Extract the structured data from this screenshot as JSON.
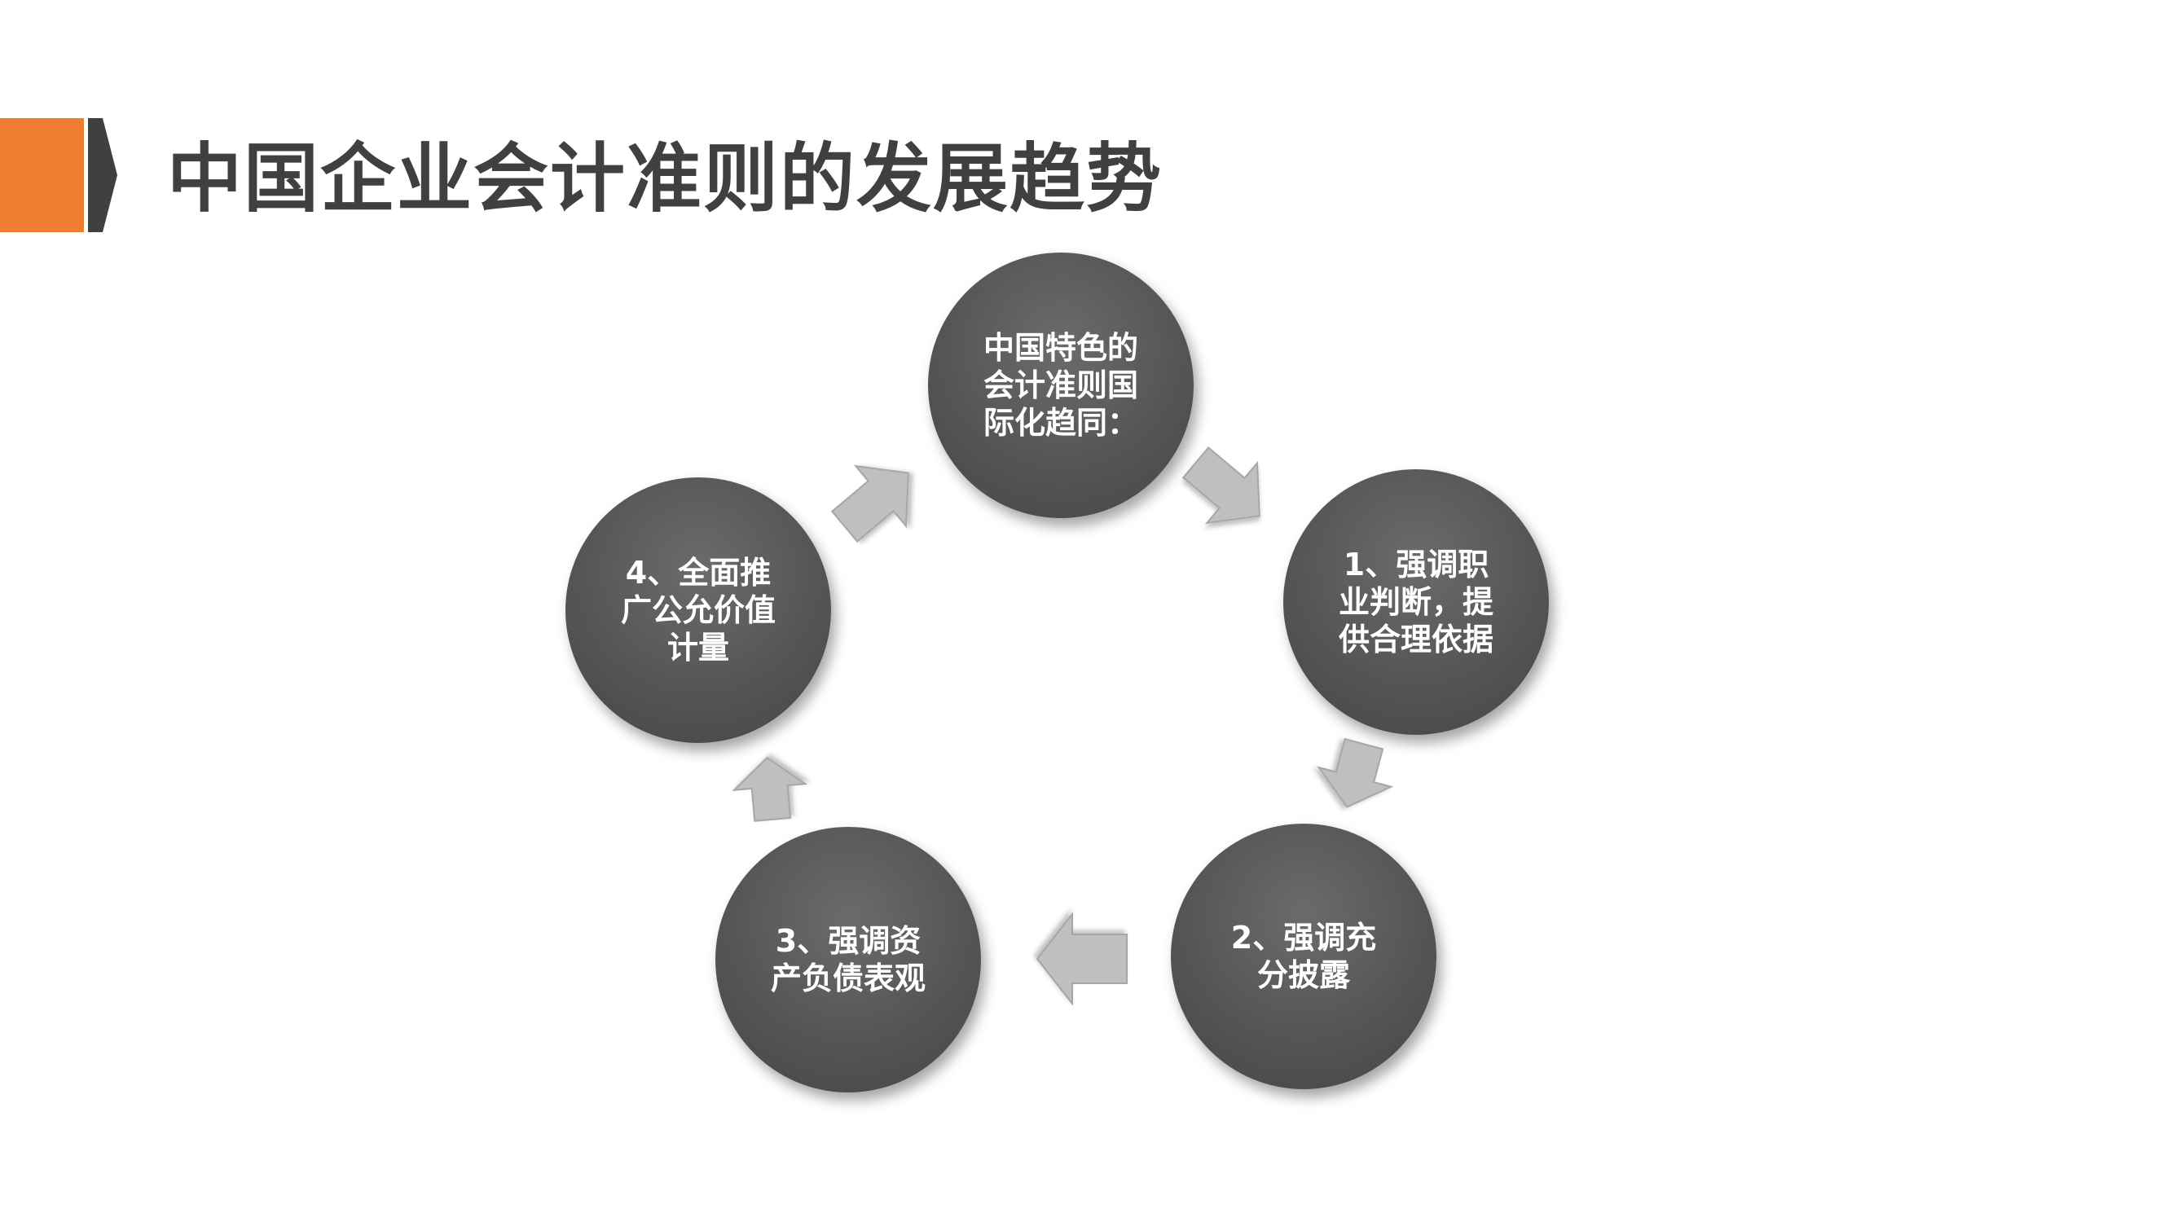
{
  "header": {
    "title": "中国企业会计准则的发展趋势"
  },
  "colors": {
    "accent": "#ED7D31",
    "chevron": "#404040",
    "node_fill": "#555555",
    "arrow_fill": "#BFBFBF",
    "arrow_stroke": "#A6A6A6"
  },
  "diagram": {
    "type": "cycle",
    "nodes": [
      {
        "id": "center",
        "label": "中国特色的\n会计准则国\n际化趋同："
      },
      {
        "id": "n1",
        "label": "1、强调职\n业判断，提\n供合理依据"
      },
      {
        "id": "n2",
        "label": "2、强调充\n分披露"
      },
      {
        "id": "n3",
        "label": "3、强调资\n产负债表观"
      },
      {
        "id": "n4",
        "label": "4、全面推\n广公允价值\n计量"
      }
    ],
    "edges": [
      {
        "from": "center",
        "to": "n1"
      },
      {
        "from": "n1",
        "to": "n2"
      },
      {
        "from": "n2",
        "to": "n3"
      },
      {
        "from": "n3",
        "to": "n4"
      },
      {
        "from": "n4",
        "to": "center"
      }
    ]
  }
}
